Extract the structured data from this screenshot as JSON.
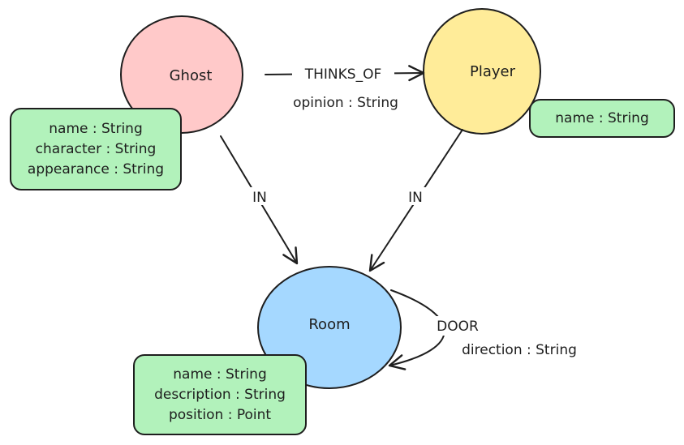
{
  "colors": {
    "stroke": "#1e1e1e",
    "ghost_fill": "#ffc9c9",
    "player_fill": "#ffec99",
    "room_fill": "#a5d8ff",
    "property_fill": "#b2f2bb"
  },
  "nodes": {
    "ghost": {
      "label": "Ghost",
      "properties": [
        "name : String",
        "character : String",
        "appearance : String"
      ]
    },
    "player": {
      "label": "Player",
      "properties": [
        "name : String"
      ]
    },
    "room": {
      "label": "Room",
      "properties": [
        "name : String",
        "description : String",
        "position : Point"
      ]
    }
  },
  "edges": {
    "thinks_of": {
      "label": "THINKS_OF",
      "property": "opinion : String"
    },
    "ghost_in": {
      "label": "IN"
    },
    "player_in": {
      "label": "IN"
    },
    "door": {
      "label": "DOOR",
      "property": "direction : String"
    }
  }
}
